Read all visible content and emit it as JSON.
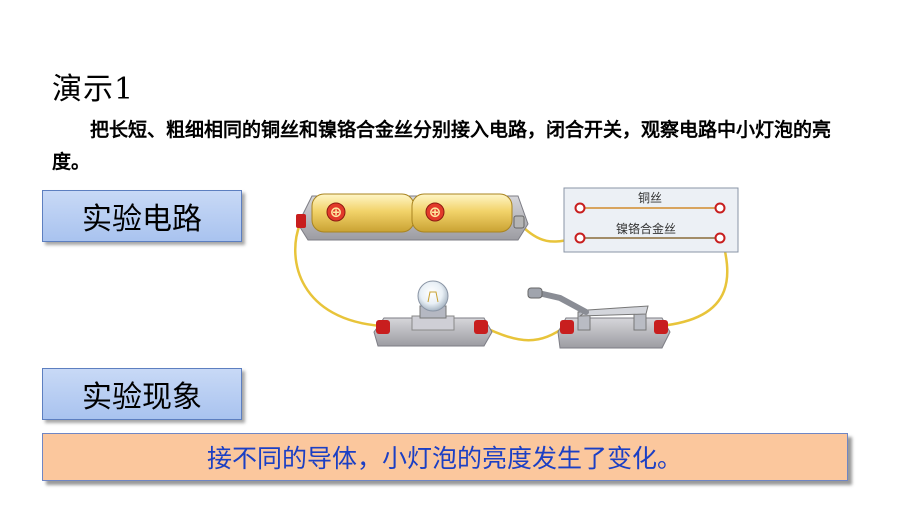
{
  "slide": {
    "title": "演示1",
    "description": "把长短、粗细相同的铜丝和镍铬合金丝分别接入电路，闭合开关，观察电路中小灯泡的亮度。",
    "sections": {
      "circuit_label": "实验电路",
      "phenomenon_label": "实验现象"
    },
    "result_text": "接不同的导体，小灯泡的亮度发生了变化。"
  },
  "diagram": {
    "battery_symbol": "⊕",
    "wire_board": {
      "copper_label": "铜丝",
      "nichrome_label": "镍铬合金丝"
    }
  },
  "colors": {
    "label_box": "#b8cef3",
    "result_box": "#fbc79d",
    "result_text": "#1b3fc4",
    "wire": "#e8c43a",
    "terminal": "#c81e1e"
  }
}
